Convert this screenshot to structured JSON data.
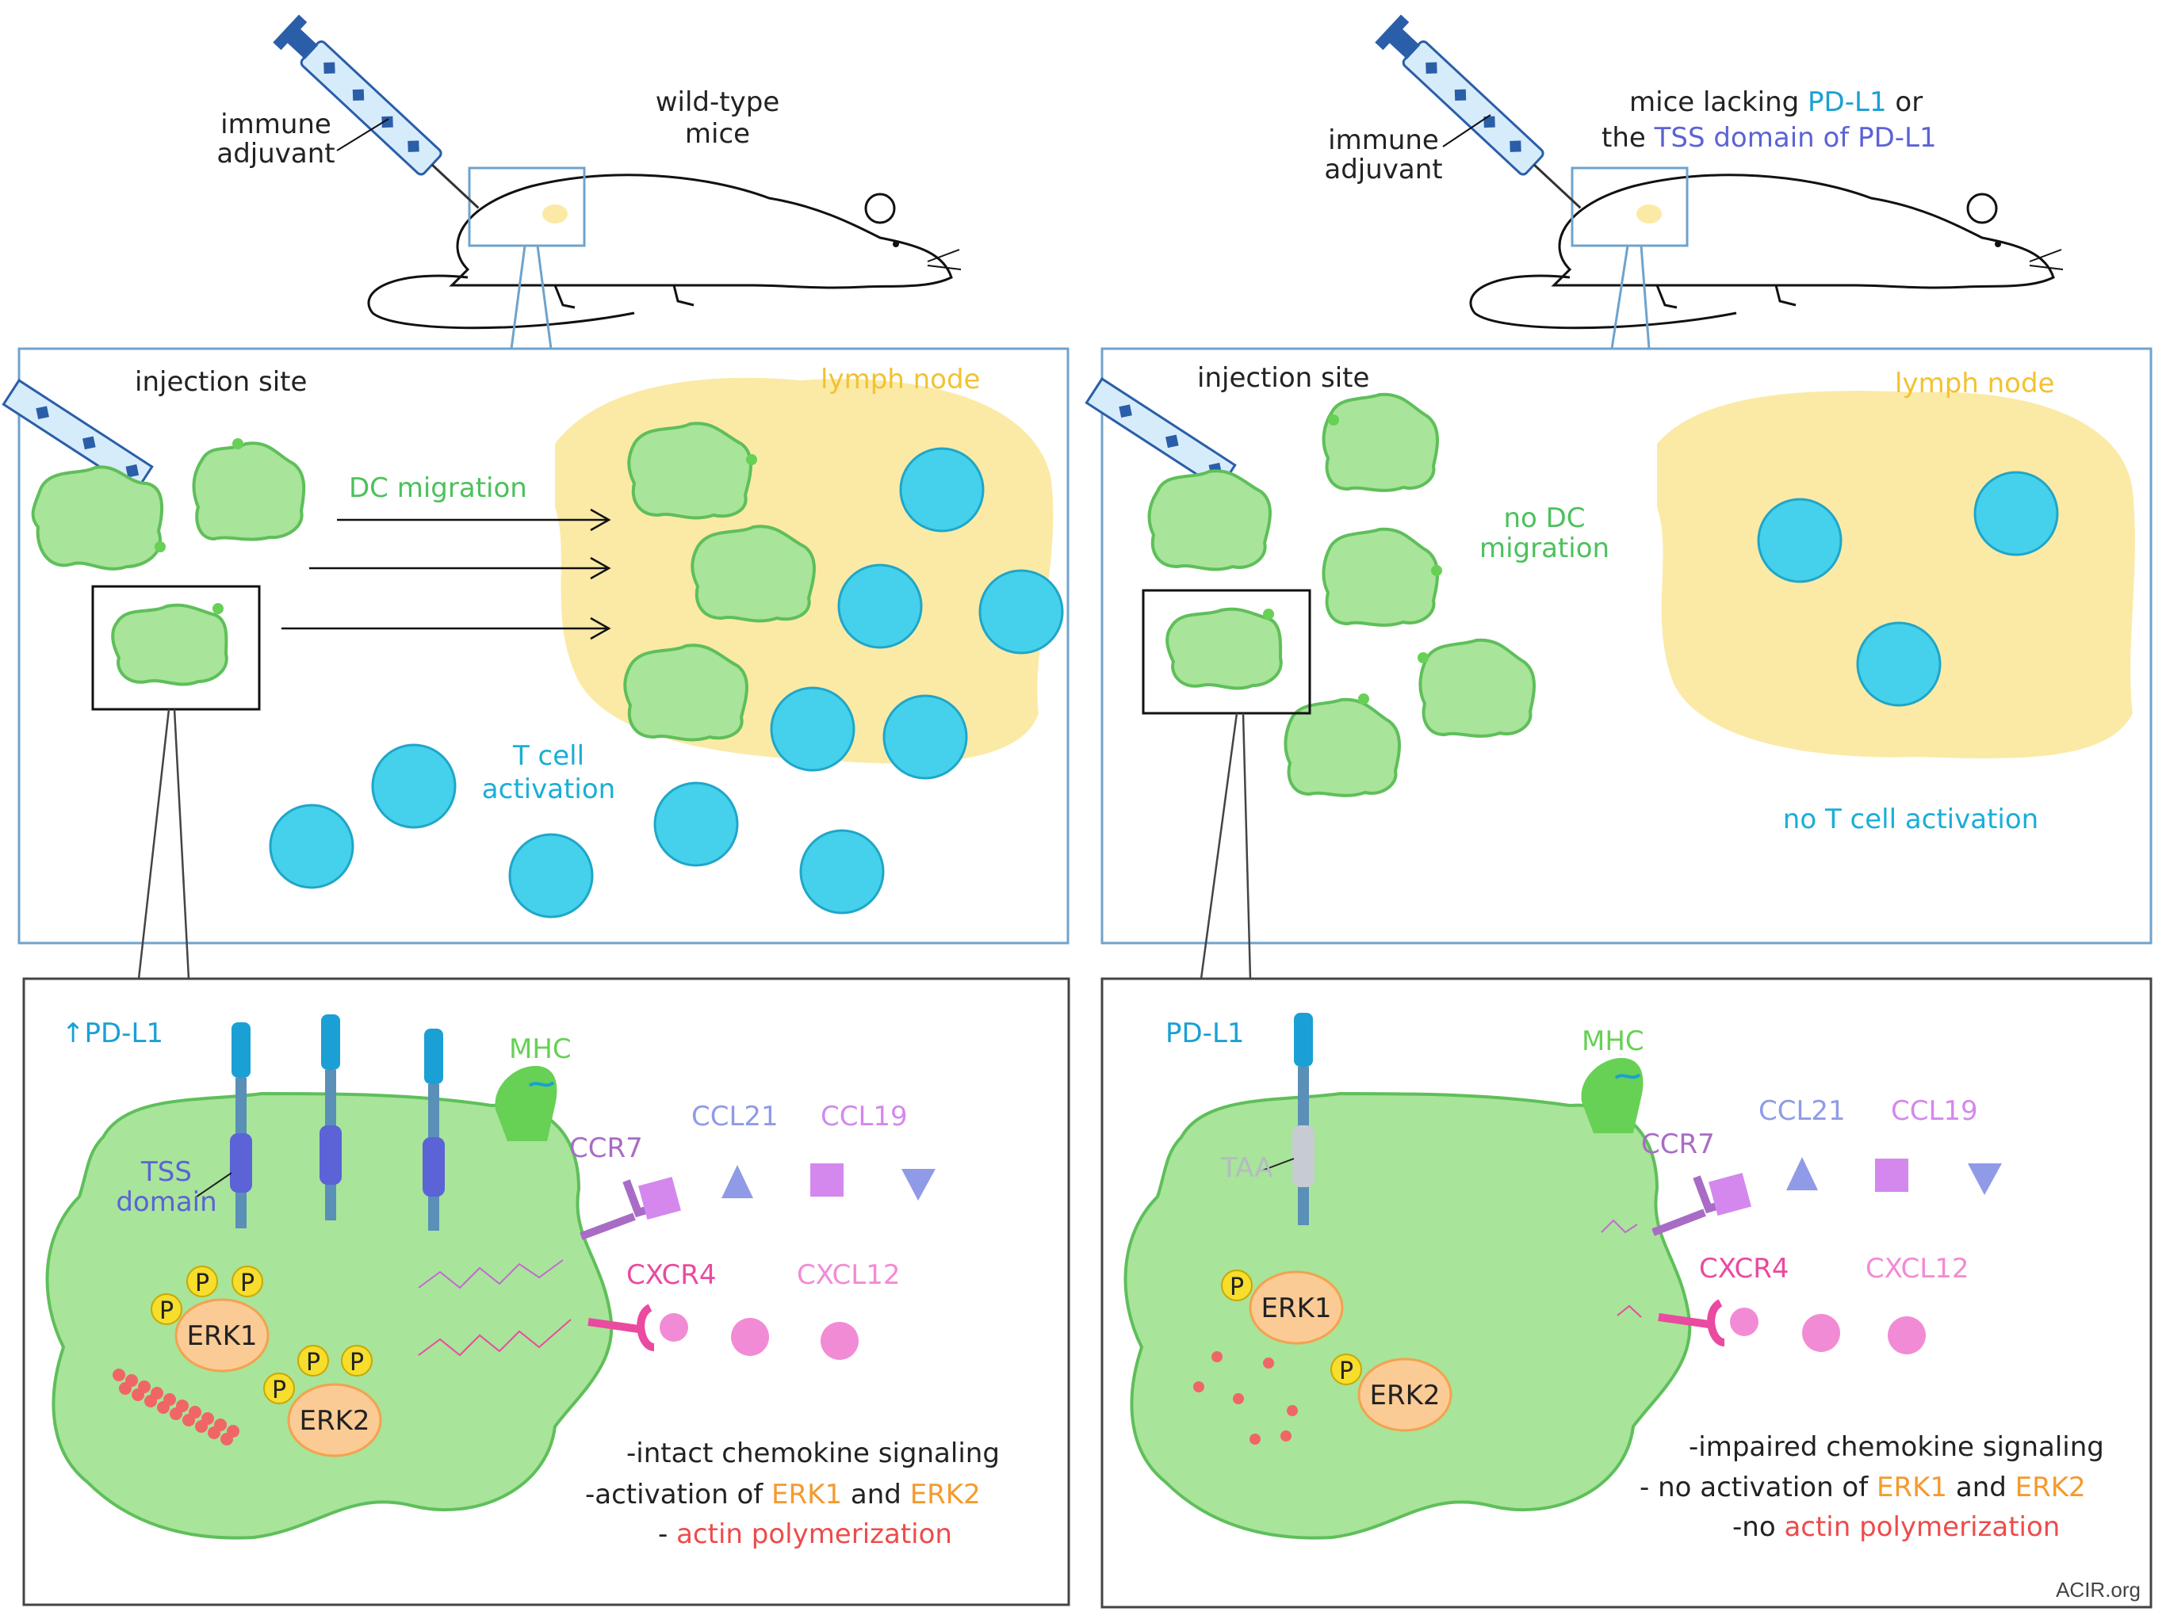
{
  "left": {
    "mouse_label": [
      "wild-type",
      "mice"
    ],
    "adjuvant_label": [
      "immune",
      "adjuvant"
    ],
    "injection_site": "injection site",
    "lymph_node": "lymph node",
    "dc_migration": "DC migration",
    "t_cell_activation": [
      "T cell",
      "activation"
    ],
    "pdl1": "↑PD-L1",
    "tss_domain": [
      "TSS",
      "domain"
    ],
    "mhc": "MHC",
    "ccr7": "CCR7",
    "ccl21": "CCL21",
    "ccl19": "CCL19",
    "cxcr4": "CXCR4",
    "cxcl12": "CXCL12",
    "erk1": "ERK1",
    "erk2": "ERK2",
    "p": "P",
    "summary": [
      {
        "prefix": "-intact chemokine signaling",
        "colored": "",
        "suffix": ""
      },
      {
        "prefix": "-activation of ",
        "colored": "ERK1",
        "mid": " and ",
        "colored2": "ERK2"
      },
      {
        "prefix": "- ",
        "colored": "actin polymerization",
        "suffix": ""
      }
    ]
  },
  "right": {
    "mouse_label_parts": [
      "mice lacking ",
      "PD-L1",
      " or",
      "the ",
      "TSS domain of PD-L1"
    ],
    "adjuvant_label": [
      "immune",
      "adjuvant"
    ],
    "injection_site": "injection site",
    "lymph_node": "lymph node",
    "no_dc_migration": [
      "no DC",
      "migration"
    ],
    "no_t_cell_activation": "no  T cell  activation",
    "pdl1": "PD-L1",
    "taa": "TAA",
    "mhc": "MHC",
    "ccr7": "CCR7",
    "ccl21": "CCL21",
    "ccl19": "CCL19",
    "cxcr4": "CXCR4",
    "cxcl12": "CXCL12",
    "erk1": "ERK1",
    "erk2": "ERK2",
    "p": "P",
    "summary": [
      {
        "prefix": "-impaired chemokine signaling"
      },
      {
        "prefix": "- no activation of ",
        "colored": "ERK1",
        "mid": " and ",
        "colored2": "ERK2"
      },
      {
        "prefix": "-no ",
        "colored": "actin polymerization"
      }
    ]
  },
  "credit": "ACIR.org",
  "colors": {
    "dc_fill": "#a8e49a",
    "dc_stroke": "#5fbf5a",
    "tcell": "#45d0ec",
    "tcell_stroke": "#1fa6c8",
    "lymph": "#fbeaa6",
    "panel_border": "#6fa3cc",
    "pdl1": "#1aa0d4",
    "tss": "#5b63d6",
    "erk": "#fbcb96",
    "phospho": "#f7dd2c",
    "actin": "#f06666",
    "ccr7": "#a86cc6",
    "ccl21": "#8f9be6",
    "ccl19": "#d488ee",
    "cxcr4": "#ea4aa0",
    "cxcl12": "#f28bd5",
    "mhc": "#66d155",
    "orange": "#f39b2f",
    "red": "#ee4b4b",
    "lymph_text": "#f2c230",
    "green_text": "#4cc15c",
    "tcell_text": "#1aaed6"
  }
}
